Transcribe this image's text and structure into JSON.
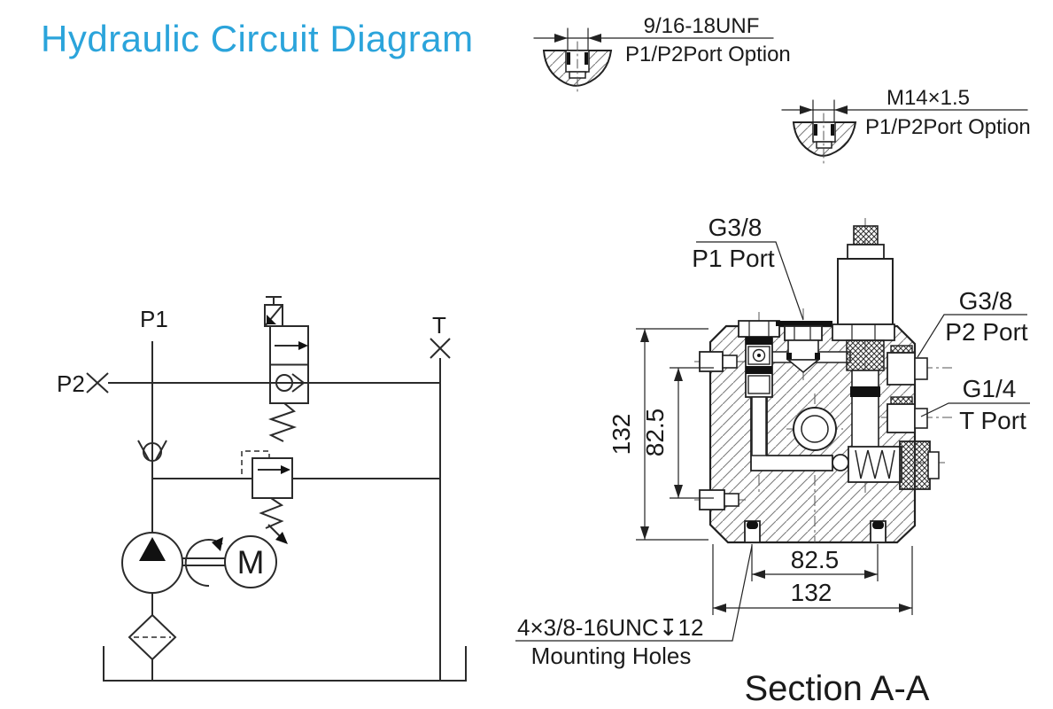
{
  "title": "Hydraulic Circuit Diagram",
  "colors": {
    "accent": "#2BA4DB",
    "line": "#222222"
  },
  "callouts": [
    {
      "thread": "9/16-18UNF",
      "option": "P1/P2Port Option"
    },
    {
      "thread": "M14×1.5",
      "option": "P1/P2Port Option"
    }
  ],
  "schematic": {
    "port_p1": "P1",
    "port_p2": "P2",
    "port_t": "T",
    "motor": "M"
  },
  "section": {
    "title": "Section A-A",
    "labels": {
      "p1": {
        "thread": "G3/8",
        "name": "P1 Port"
      },
      "p2": {
        "thread": "G3/8",
        "name": "P2 Port"
      },
      "t": {
        "thread": "G1/4",
        "name": "T Port"
      },
      "mounting": {
        "spec": "4×3/8-16UNC↧12",
        "name": "Mounting Holes"
      }
    },
    "dims": {
      "overall_height": "132",
      "port_spacing_v": "82.5",
      "hole_spacing_h": "82.5",
      "overall_width": "132"
    }
  }
}
